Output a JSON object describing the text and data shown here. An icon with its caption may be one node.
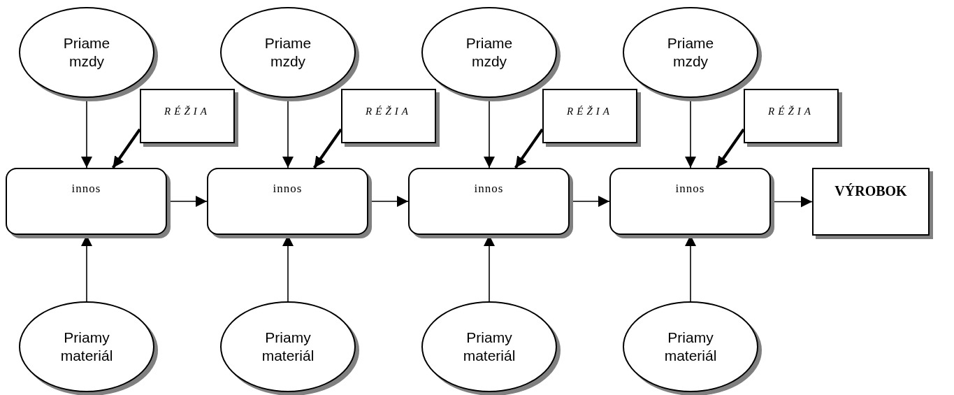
{
  "diagram": {
    "nodes": [
      {
        "text": [
          "Priame mzdy"
        ]
      },
      {
        "text": [
          "Priame mzdy"
        ]
      },
      {
        "text": [
          "Priame mzdy"
        ]
      },
      {
        "text": [
          "Priame mzdy"
        ]
      },
      {
        "text": [
          "RÉŽIA"
        ]
      },
      {
        "text": [
          "RÉŽIA"
        ]
      },
      {
        "text": [
          "RÉŽIA"
        ]
      },
      {
        "text": [
          "RÉŽIA"
        ]
      },
      {
        "text": [
          "innos"
        ]
      },
      {
        "text": [
          "innos"
        ]
      },
      {
        "text": [
          "innos"
        ]
      },
      {
        "text": [
          "innos"
        ]
      },
      {
        "text": [
          "VÝROBOK"
        ]
      },
      {
        "text": [
          "Priamy materiál"
        ]
      },
      {
        "text": [
          "Priamy materiál"
        ]
      },
      {
        "text": [
          "Priamy materiál"
        ]
      },
      {
        "text": [
          "Priamy materiál"
        ]
      }
    ],
    "edges": [
      {
        "from": 0,
        "to": 8,
        "arrow": "to"
      },
      {
        "from": 4,
        "to": 8,
        "arrow": "to",
        "style": "thick"
      },
      {
        "from": 13,
        "to": 8,
        "arrow": "to"
      },
      {
        "from": 8,
        "to": 9,
        "arrow": "to"
      },
      {
        "from": 1,
        "to": 9,
        "arrow": "to"
      },
      {
        "from": 5,
        "to": 9,
        "arrow": "to",
        "style": "thick"
      },
      {
        "from": 14,
        "to": 9,
        "arrow": "to"
      },
      {
        "from": 9,
        "to": 10,
        "arrow": "to"
      },
      {
        "from": 2,
        "to": 10,
        "arrow": "to"
      },
      {
        "from": 6,
        "to": 10,
        "arrow": "to",
        "style": "thick"
      },
      {
        "from": 15,
        "to": 10,
        "arrow": "to"
      },
      {
        "from": 10,
        "to": 11,
        "arrow": "to"
      },
      {
        "from": 3,
        "to": 11,
        "arrow": "to"
      },
      {
        "from": 7,
        "to": 11,
        "arrow": "to",
        "style": "thick"
      },
      {
        "from": 16,
        "to": 11,
        "arrow": "to"
      },
      {
        "from": 11,
        "to": 12,
        "arrow": "to"
      }
    ]
  }
}
